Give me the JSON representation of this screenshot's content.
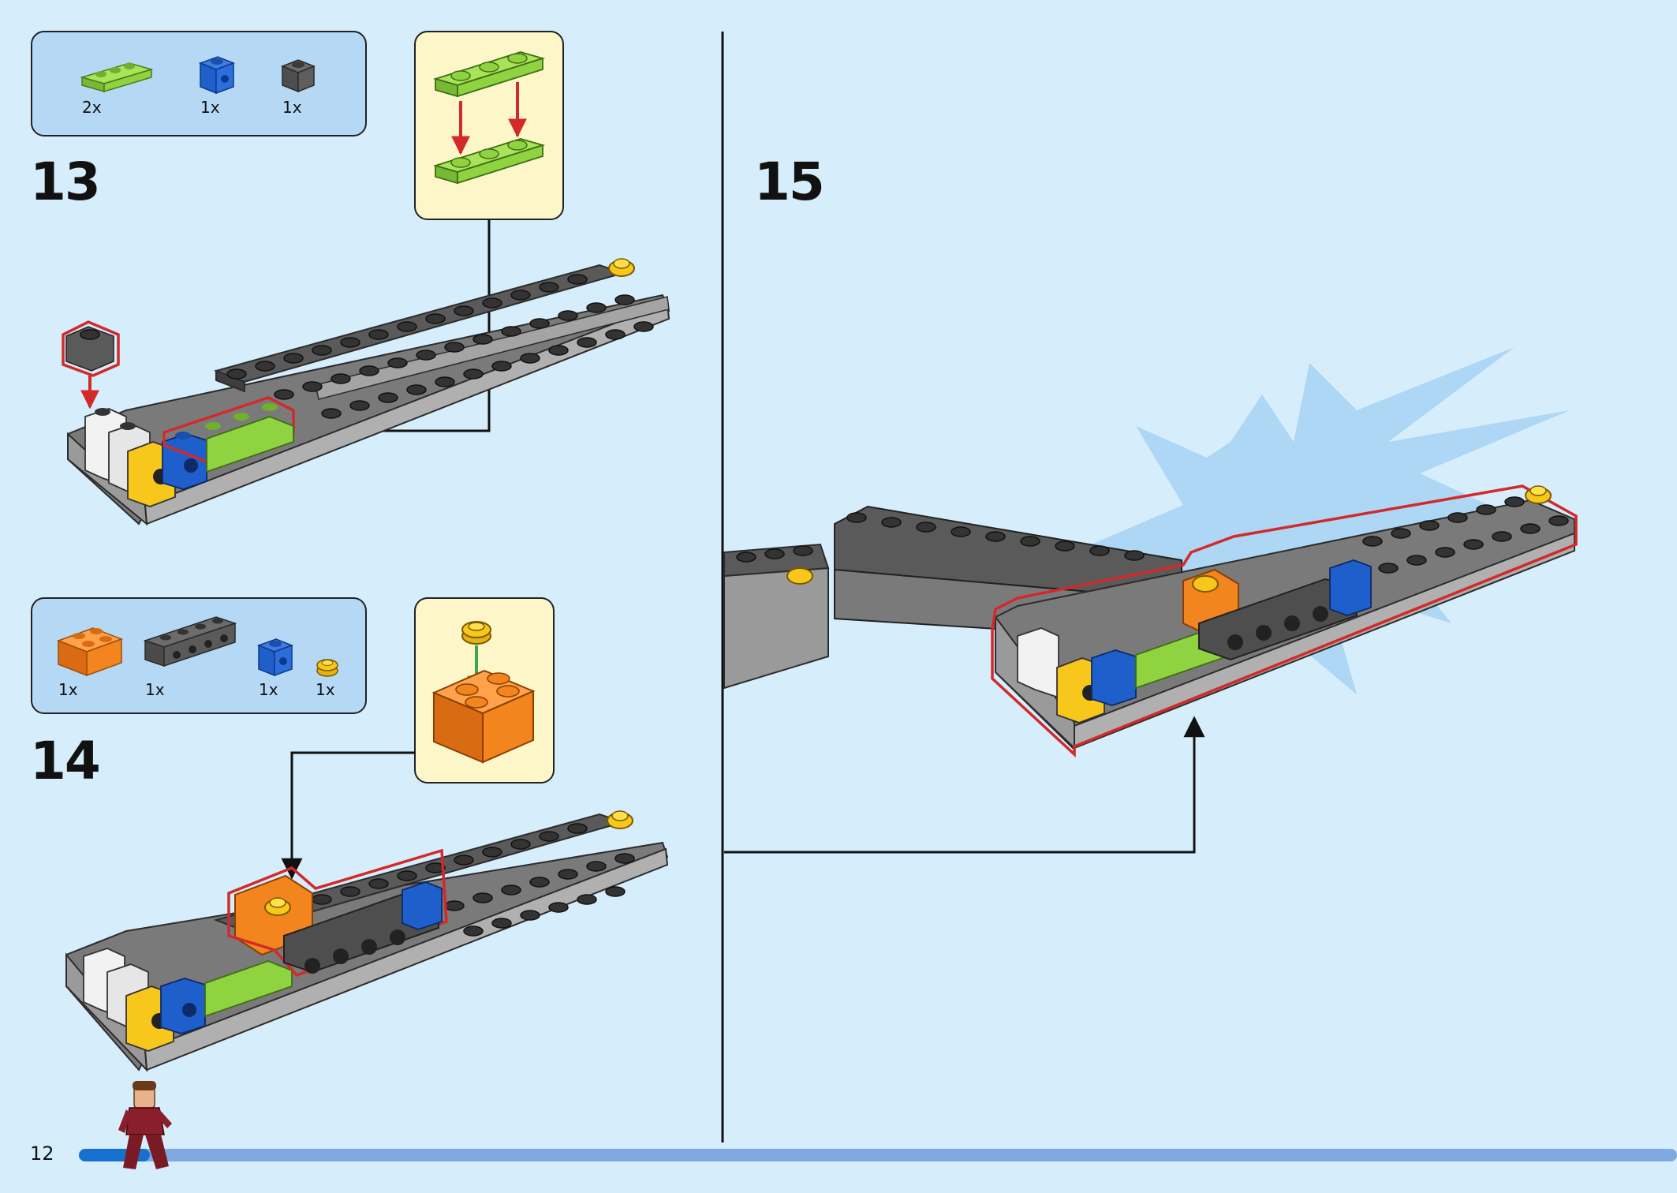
{
  "steps": [
    {
      "number": "13",
      "parts": [
        {
          "qty": "2x"
        },
        {
          "qty": "1x"
        },
        {
          "qty": "1x"
        }
      ]
    },
    {
      "number": "14",
      "parts": [
        {
          "qty": "1x"
        },
        {
          "qty": "1x"
        },
        {
          "qty": "1x"
        },
        {
          "qty": "1x"
        }
      ]
    },
    {
      "number": "15"
    }
  ],
  "page_number": "12",
  "colors": {
    "background": "#d6edfc",
    "parts_box": "#b5d9f5",
    "callout_box": "#fcf6c8",
    "dark_grey": "#585858",
    "light_grey": "#a4a4a4",
    "lime": "#8fd340",
    "blue": "#1f5fcc",
    "yellow": "#f7c71b",
    "orange": "#f2851d",
    "white_brick": "#f2f2f2",
    "highlight": "#d22a2a",
    "progress_bar": "#7fa9e0",
    "progress_done": "#1670cf"
  }
}
